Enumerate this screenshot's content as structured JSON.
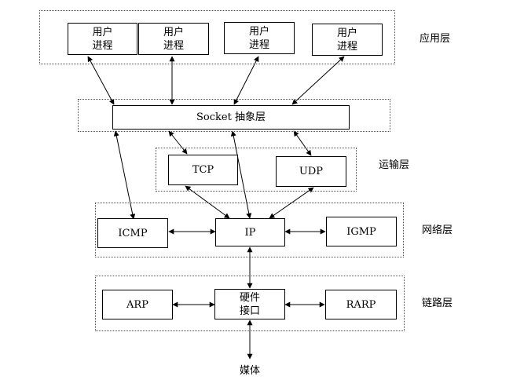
{
  "layers": {
    "app": "应用层",
    "transport": "运输层",
    "network": "网络层",
    "link": "链路层"
  },
  "app": {
    "processes": [
      {
        "line1": "用户",
        "line2": "进程"
      },
      {
        "line1": "用户",
        "line2": "进程"
      },
      {
        "line1": "用户",
        "line2": "进程"
      },
      {
        "line1": "用户",
        "line2": "进程"
      }
    ]
  },
  "socket": {
    "label": "Socket 抽象层"
  },
  "transport": {
    "tcp": "TCP",
    "udp": "UDP"
  },
  "network": {
    "icmp": "ICMP",
    "ip": "IP",
    "igmp": "IGMP"
  },
  "link": {
    "arp": "ARP",
    "hw_line1": "硬件",
    "hw_line2": "接口",
    "rarp": "RARP"
  },
  "media": {
    "label": "媒体"
  }
}
